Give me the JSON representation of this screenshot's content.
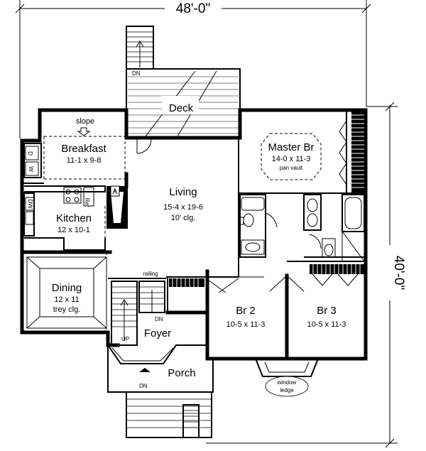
{
  "dimensions": {
    "width": "48'-0\"",
    "depth": "40'-0\""
  },
  "rooms": {
    "deck": {
      "name": "Deck",
      "stair_note": "DN"
    },
    "breakfast": {
      "name": "Breakfast",
      "size": "11-1 x 9-8",
      "note": "slope"
    },
    "kitchen": {
      "name": "Kitchen",
      "size": "12 x 10-1"
    },
    "living": {
      "name": "Living",
      "size": "15-4 x 19-6",
      "ceiling": "10' clg."
    },
    "master": {
      "name": "Master Br",
      "size": "14-0 x 11-3",
      "ceiling": "pan vault"
    },
    "dining": {
      "name": "Dining",
      "size": "12 x 11",
      "ceiling": "trey clg."
    },
    "br2": {
      "name": "Br 2",
      "size": "10-5 x 11-3"
    },
    "br3": {
      "name": "Br 3",
      "size": "10-5 x 11-3"
    },
    "foyer": {
      "name": "Foyer",
      "railing": "railing",
      "stair_up": "UP",
      "stair_down": "DN"
    },
    "porch": {
      "name": "Porch",
      "stair_note": "DN"
    }
  },
  "notes": {
    "window_ledge_1": "window",
    "window_ledge_2": "ledge"
  },
  "appliances": {
    "dishwasher": "DW",
    "washer": "W",
    "dryer": "D",
    "refrigerator": "Ref"
  }
}
